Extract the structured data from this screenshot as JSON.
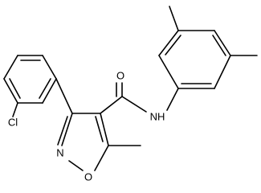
{
  "molecule": {
    "atom_labels": {
      "chlorine": "Cl",
      "carbonyl_oxygen": "O",
      "amide_nh": "NH",
      "ring_nitrogen": "N",
      "ring_oxygen": "O"
    }
  }
}
